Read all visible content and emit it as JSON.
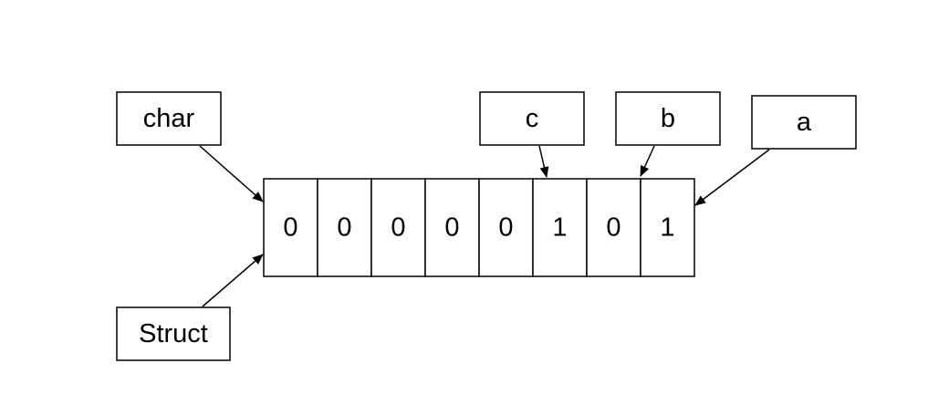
{
  "labels": {
    "char": "char",
    "struct": "Struct",
    "c": "c",
    "b": "b",
    "a": "a"
  },
  "bits": [
    "0",
    "0",
    "0",
    "0",
    "0",
    "1",
    "0",
    "1"
  ],
  "colors": {
    "stroke": "#000000",
    "fill": "#ffffff",
    "text": "#000000"
  }
}
